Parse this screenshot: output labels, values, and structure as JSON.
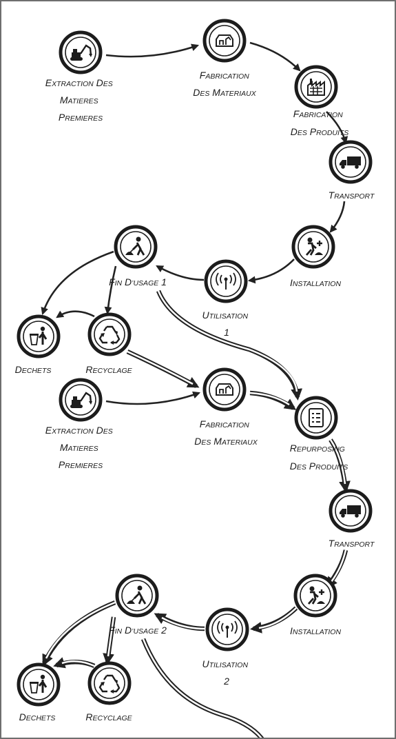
{
  "nodes": {
    "extraction_1": {
      "icon": "excavator-icon",
      "label": [
        "Extraction des",
        "Matieres",
        "Premieres"
      ]
    },
    "fab_materiaux_1": {
      "icon": "material-box-icon",
      "label": [
        "Fabrication",
        "des Materiaux"
      ]
    },
    "fab_produits": {
      "icon": "factory-icon",
      "label": [
        "Fabrication",
        "des Produits"
      ]
    },
    "transport_1": {
      "icon": "truck-icon",
      "label": [
        "Transport"
      ]
    },
    "installation_1": {
      "icon": "worker-installing-icon",
      "label": [
        "Installation"
      ]
    },
    "utilisation_1": {
      "icon": "antenna-icon",
      "label": [
        "Utilisation",
        "1"
      ]
    },
    "fin_usage_1": {
      "icon": "worker-shovel-icon",
      "label": [
        "Fin d’Usage 1"
      ]
    },
    "dechets_1": {
      "icon": "trash-icon",
      "label": [
        "Dechets"
      ]
    },
    "recyclage_1": {
      "icon": "recycle-icon",
      "label": [
        "Recyclage"
      ]
    },
    "extraction_2": {
      "icon": "excavator-icon",
      "label": [
        "Extraction des",
        "Matieres",
        "Premieres"
      ]
    },
    "fab_materiaux_2": {
      "icon": "material-box-icon",
      "label": [
        "Fabrication",
        "des Materiaux"
      ]
    },
    "repurposing": {
      "icon": "document-list-icon",
      "label": [
        "Repurposing",
        "des Produits"
      ]
    },
    "transport_2": {
      "icon": "truck-icon",
      "label": [
        "Transport"
      ]
    },
    "installation_2": {
      "icon": "worker-installing-icon",
      "label": [
        "Installation"
      ]
    },
    "utilisation_2": {
      "icon": "antenna-icon",
      "label": [
        "Utilisation",
        "2"
      ]
    },
    "fin_usage_2": {
      "icon": "worker-shovel-icon",
      "label": [
        "Fin d’Usage 2"
      ]
    },
    "dechets_2": {
      "icon": "trash-icon",
      "label": [
        "Dechets"
      ]
    },
    "recyclage_2": {
      "icon": "recycle-icon",
      "label": [
        "Recyclage"
      ]
    }
  },
  "colors": {
    "stroke": "#1c1c1c",
    "frame": "#6e6e6e",
    "background": "#ffffff"
  }
}
